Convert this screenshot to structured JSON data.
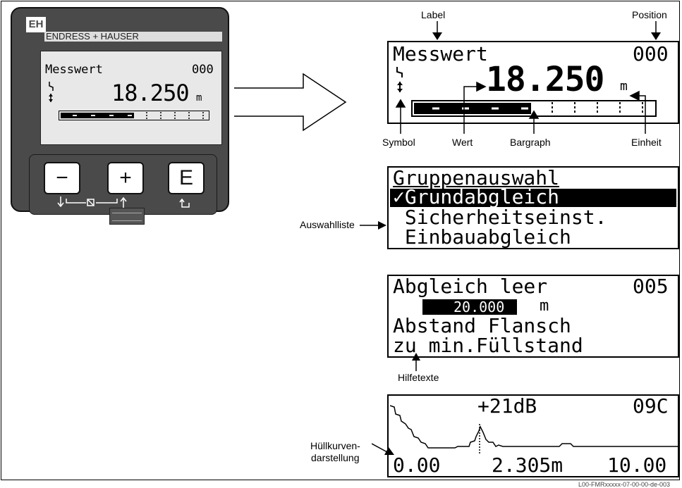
{
  "device": {
    "logo": "EH",
    "brand": "ENDRESS + HAUSER",
    "screen_label": "Messwert",
    "screen_position": "000",
    "screen_value": "18.250",
    "screen_unit": "m",
    "keys": [
      "−",
      "+",
      "E"
    ]
  },
  "display1": {
    "label": "Messwert",
    "position": "000",
    "value": "18.250",
    "unit": "m"
  },
  "callouts": {
    "label": "Label",
    "position": "Position",
    "symbol": "Symbol",
    "wert": "Wert",
    "bargraph": "Bargraph",
    "einheit": "Einheit"
  },
  "display2": {
    "lines": [
      "Gruppenauswahl",
      "✓Grundabgleich",
      " Sicherheitseinst.",
      " Einbauabgleich"
    ],
    "callout": "Auswahlliste"
  },
  "display3": {
    "title": "Abgleich leer",
    "position": "005",
    "value": "20.000",
    "unit": "m",
    "help1": "Abstand Flansch",
    "help2": "zu min.Füllstand",
    "callout": "Hilfetexte"
  },
  "display4": {
    "gain": "+21dB",
    "position": "09C",
    "x_min": "0.00",
    "x_mid": "2.305m",
    "x_max": "10.00",
    "callout_line1": "Hüllkurven-",
    "callout_line2": "darstellung"
  },
  "footer_code": "L00-FMRxxxxx-07-00-00-de-003"
}
